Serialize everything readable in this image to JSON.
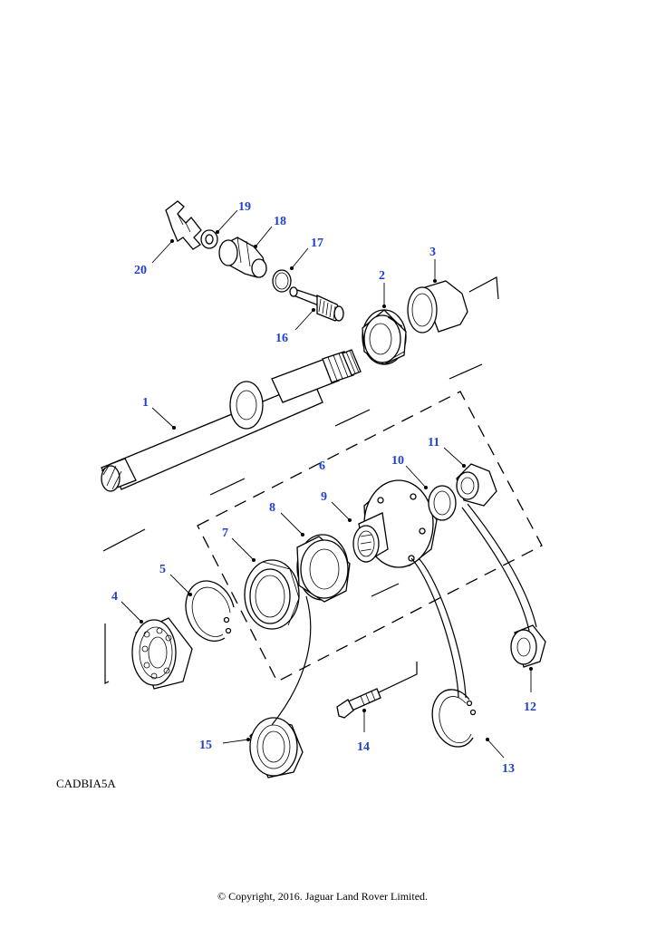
{
  "diagram": {
    "callouts": [
      "1",
      "2",
      "3",
      "4",
      "5",
      "6",
      "7",
      "8",
      "9",
      "10",
      "11",
      "12",
      "13",
      "14",
      "15",
      "16",
      "17",
      "18",
      "19",
      "20"
    ],
    "drawing_code": "CADBIA5A",
    "copyright": "© Copyright, 2016. Jaguar Land Rover Limited.",
    "colors": {
      "callout": "#1f3fd0",
      "line": "#000000",
      "background": "#ffffff"
    }
  }
}
